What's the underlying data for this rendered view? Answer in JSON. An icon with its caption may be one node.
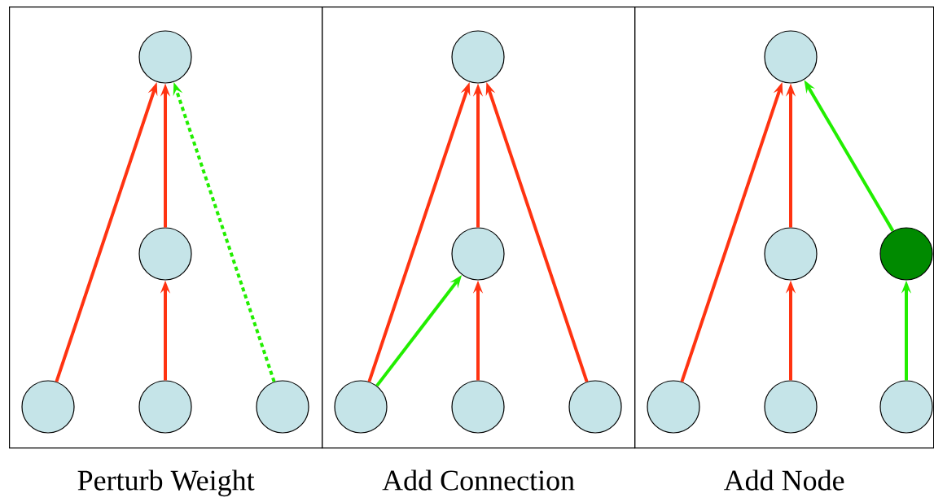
{
  "diagram": {
    "nodes": [
      {
        "text": [
          "Perturb Weight"
        ]
      },
      {
        "text": [],
        "shape": "circle",
        "in": 0
      },
      {
        "text": [],
        "shape": "circle",
        "in": 0
      },
      {
        "text": [],
        "shape": "circle",
        "in": 0
      },
      {
        "text": [],
        "shape": "circle",
        "in": 0
      },
      {
        "text": [],
        "shape": "circle",
        "in": 0
      },
      {
        "text": [
          "Add Connection"
        ]
      },
      {
        "text": [],
        "shape": "circle",
        "in": 6
      },
      {
        "text": [],
        "shape": "circle",
        "in": 6
      },
      {
        "text": [],
        "shape": "circle",
        "in": 6
      },
      {
        "text": [],
        "shape": "circle",
        "in": 6
      },
      {
        "text": [],
        "shape": "circle",
        "in": 6
      },
      {
        "text": [
          "Add Node"
        ]
      },
      {
        "text": [],
        "shape": "circle",
        "in": 12
      },
      {
        "text": [],
        "shape": "circle",
        "in": 12
      },
      {
        "text": [],
        "shape": "circle",
        "in": 12
      },
      {
        "text": [],
        "shape": "circle",
        "in": 12
      },
      {
        "text": [],
        "shape": "circle",
        "in": 12
      },
      {
        "text": [],
        "shape": "circle",
        "in": 12
      }
    ],
    "edges": [
      {
        "from": 3,
        "to": 1,
        "arrow": "to"
      },
      {
        "from": 2,
        "to": 1,
        "arrow": "to"
      },
      {
        "from": 4,
        "to": 2,
        "arrow": "to"
      },
      {
        "from": 5,
        "to": 1,
        "arrow": "to",
        "style": "dashed",
        "color": "#22ee00"
      },
      {
        "from": 9,
        "to": 7,
        "arrow": "to"
      },
      {
        "from": 8,
        "to": 7,
        "arrow": "to"
      },
      {
        "from": 11,
        "to": 7,
        "arrow": "to"
      },
      {
        "from": 10,
        "to": 8,
        "arrow": "to"
      },
      {
        "from": 9,
        "to": 8,
        "arrow": "to",
        "color": "#22ee00"
      },
      {
        "from": 16,
        "to": 13,
        "arrow": "to"
      },
      {
        "from": 14,
        "to": 13,
        "arrow": "to"
      },
      {
        "from": 17,
        "to": 14,
        "arrow": "to"
      },
      {
        "from": 15,
        "to": 13,
        "arrow": "to",
        "color": "#22ee00"
      },
      {
        "from": 18,
        "to": 15,
        "arrow": "to",
        "color": "#22ee00"
      }
    ]
  }
}
